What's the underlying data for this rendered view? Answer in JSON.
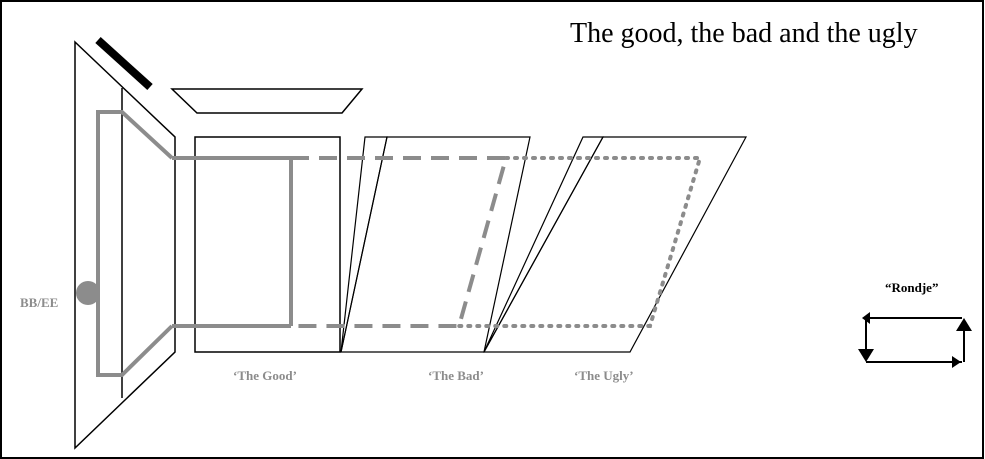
{
  "title": "The good, the bad and the ugly",
  "labels": {
    "bbee": "BB/EE",
    "good": "‘The Good’",
    "bad": "‘The Bad’",
    "ugly": "‘The Ugly’",
    "rondje": "“Rondje”"
  },
  "colors": {
    "frame": "#000000",
    "route": "#8c8c8c",
    "label": "#8c8c8c",
    "background": "#ffffff"
  }
}
